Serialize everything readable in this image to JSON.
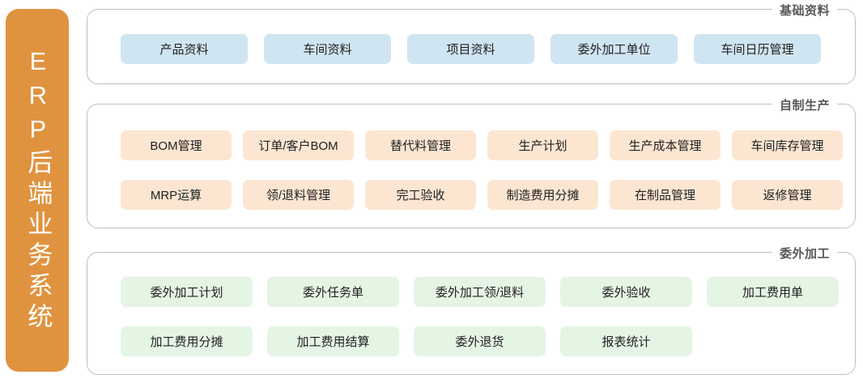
{
  "sidebar": {
    "title": "ERP后端业务系统"
  },
  "palette": {
    "sidebar_bg": "#e0933f",
    "group_border": "#bfbfbf",
    "legend_text": "#585858",
    "item_text": "#212121",
    "basic_item_bg": "#d0e5f2",
    "production_item_bg": "#fce6d2",
    "outsourcing_item_bg": "#e4f5e4",
    "page_bg": "#ffffff"
  },
  "groups": [
    {
      "legend": "基础资料",
      "rows": [
        [
          {
            "label": "产品资料"
          },
          {
            "label": "车间资料"
          },
          {
            "label": "项目资料"
          },
          {
            "label": "委外加工单位"
          },
          {
            "label": "车间日历管理"
          }
        ]
      ]
    },
    {
      "legend": "自制生产",
      "rows": [
        [
          {
            "label": "BOM管理"
          },
          {
            "label": "订单/客户BOM"
          },
          {
            "label": "替代料管理"
          },
          {
            "label": "生产计划"
          },
          {
            "label": "生产成本管理"
          },
          {
            "label": "车间库存管理"
          }
        ],
        [
          {
            "label": "MRP运算"
          },
          {
            "label": "领/退料管理"
          },
          {
            "label": "完工验收"
          },
          {
            "label": "制造费用分摊"
          },
          {
            "label": "在制品管理"
          },
          {
            "label": "返修管理"
          }
        ]
      ]
    },
    {
      "legend": "委外加工",
      "rows": [
        [
          {
            "label": "委外加工计划"
          },
          {
            "label": "委外任务单"
          },
          {
            "label": "委外加工领/退料"
          },
          {
            "label": "委外验收"
          },
          {
            "label": "加工费用单"
          }
        ],
        [
          {
            "label": "加工费用分摊"
          },
          {
            "label": "加工费用结算"
          },
          {
            "label": "委外退货"
          },
          {
            "label": "报表统计"
          }
        ]
      ]
    }
  ]
}
